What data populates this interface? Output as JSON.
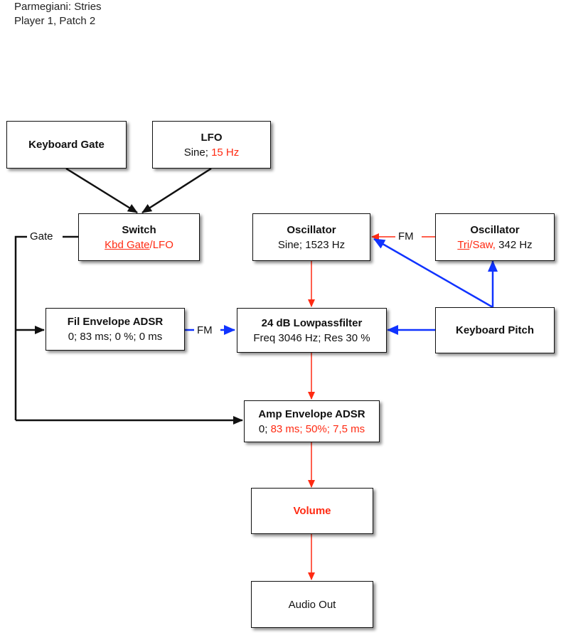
{
  "header": {
    "line1": "Parmegiani: Stries",
    "line2": "Player 1, Patch 2"
  },
  "nodes": {
    "keyboard_gate": {
      "title": "Keyboard Gate"
    },
    "lfo": {
      "title": "LFO",
      "sub_black": "Sine; ",
      "sub_red": "15 Hz"
    },
    "switch": {
      "title": "Switch",
      "opt1": "Kbd Gate",
      "sep": "/",
      "opt2": "LFO"
    },
    "oscillator1": {
      "title": "Oscillator",
      "sub": "Sine; 1523 Hz"
    },
    "oscillator2": {
      "title": "Oscillator",
      "sub_red1": "Tri",
      "sub_sep": "/",
      "sub_red2": "Saw,",
      "sub_black": " 342 Hz"
    },
    "fil_env": {
      "title": "Fil Envelope ADSR",
      "sub": "0; 83 ms; 0 %; 0 ms"
    },
    "lowpass": {
      "title": "24 dB Lowpassfilter",
      "sub": "Freq 3046 Hz; Res 30 %"
    },
    "keyboard_pitch": {
      "title": "Keyboard Pitch"
    },
    "amp_env": {
      "title": "Amp Envelope ADSR",
      "sub_black": "0; ",
      "sub_red": "83 ms; 50%; 7,5 ms"
    },
    "volume": {
      "title": "Volume"
    },
    "audio_out": {
      "title": "Audio Out"
    }
  },
  "labels": {
    "gate": "Gate",
    "fm_osc": "FM",
    "fm_filter": "FM"
  },
  "colors": {
    "black": "#111111",
    "red": "#ff2a12",
    "blue": "#1033ff"
  }
}
